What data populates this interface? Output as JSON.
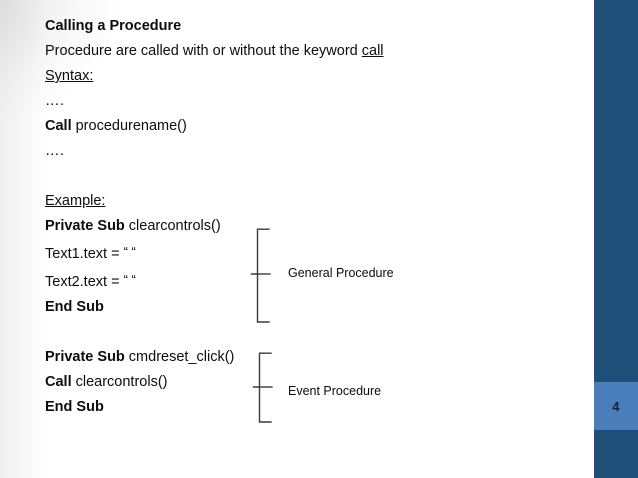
{
  "slide": {
    "page_number": "4",
    "accent_dark": "#1F4E79",
    "accent_light": "#4A7EBB",
    "title": "Calling a Procedure",
    "intro_prefix": "Procedure are called with or without the keyword ",
    "intro_keyword": "call",
    "syntax_label": "Syntax:",
    "syntax_lines": {
      "ellipsis_top": "….",
      "call_keyword": "Call",
      "call_rest": " procedurename()",
      "ellipsis_bottom": "…."
    },
    "example_label": "Example:",
    "general_block": {
      "line1_bold": "Private Sub",
      "line1_rest": " clearcontrols()",
      "line2_prefix": "Text1.text = ",
      "line2_quotes": "“ “",
      "line3_prefix": "Text2.text = ",
      "line3_quotes": "“ “",
      "line4": "End Sub",
      "annotation": "General Procedure"
    },
    "event_block": {
      "line1_bold": "Private Sub",
      "line1_rest": " cmdreset_click()",
      "line2_bold": "Call",
      "line2_rest": " clearcontrols()",
      "line3": "End Sub",
      "annotation": "Event Procedure"
    }
  }
}
